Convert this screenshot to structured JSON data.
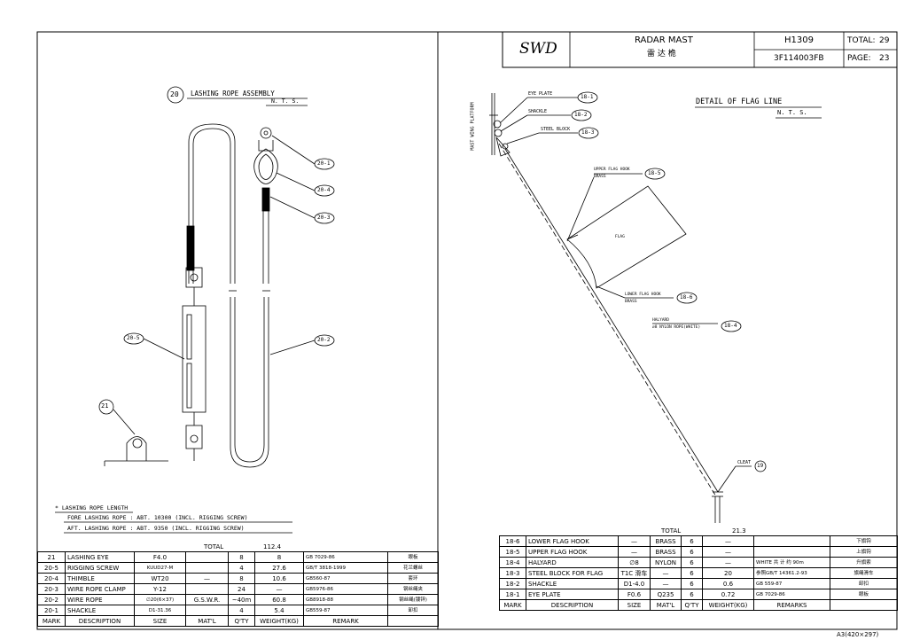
{
  "title_block": {
    "company": "SWD",
    "title_en": "RADAR MAST",
    "title_cn": "雷 达 桅",
    "drawing_no": "H1309",
    "doc_no": "3F114003FB",
    "total_label": "TOTAL:",
    "total_value": "29",
    "page_label": "PAGE:",
    "page_value": "23"
  },
  "left_view": {
    "mark": "20",
    "title": "LASHING ROPE ASSEMBLY",
    "scale": "N. T. S.",
    "callouts": [
      "20-1",
      "20-4",
      "20-3",
      "20-5",
      "20-2",
      "21"
    ],
    "notes": [
      "* LASHING ROPE LENGTH",
      "FORE LASHING ROPE : ABT. 10300 (INCL. RIGGING SCREW)",
      "AFT. LASHING ROPE : ABT. 9350 (INCL. RIGGING SCREW)"
    ]
  },
  "left_bom": {
    "total_label": "TOTAL",
    "total_value": "112.4",
    "headers": [
      "MARK",
      "DESCRIPTION",
      "SIZE",
      "MAT'L",
      "Q'TY",
      "WEIGHT(KG)",
      "REMARK",
      ""
    ],
    "rows": [
      [
        "21",
        "LASHING EYE",
        "F4.0",
        "",
        "8",
        "8",
        "GB 7029-86",
        "眼板"
      ],
      [
        "20-5",
        "RIGGING SCREW",
        "KUUD27-M",
        "",
        "4",
        "27.6",
        "GB/T 3818-1999",
        "花兰螺丝"
      ],
      [
        "20-4",
        "THIMBLE",
        "WT20",
        "—",
        "8",
        "10.6",
        "GB560-87",
        "套环"
      ],
      [
        "20-3",
        "WIRE ROPE CLAMP",
        "Y-12",
        "",
        "24",
        "—",
        "GB5976-86",
        "钢丝绳夹"
      ],
      [
        "20-2",
        "WIRE ROPE",
        "∅20(6×37)",
        "G.S.W.R.",
        "~40m",
        "60.8",
        "GB8918-88",
        "钢丝绳(镀锌)"
      ],
      [
        "20-1",
        "SHACKLE",
        "D1-31.36",
        "",
        "4",
        "5.4",
        "GB559-87",
        "卸扣"
      ]
    ]
  },
  "right_view": {
    "title": "DETAIL OF FLAG LINE",
    "scale": "N. T. S.",
    "platform_label": "MAST WING PLATFORM",
    "labels": {
      "eye_plate": "EYE PLATE",
      "shackle": "SHACKLE",
      "steel_block": "STEEL BLOCK",
      "upper_hook": "UPPER FLAG HOOK",
      "brass1": "BRASS",
      "flag": "FLAG",
      "lower_hook": "LOWER FLAG HOOK",
      "brass2": "BRASS",
      "halyard": "HALYARD",
      "nylon": "∅8 NYLON ROPE(WHITE)",
      "cleat": "CLEAT"
    },
    "callouts": {
      "c181": "18-1",
      "c182": "18-2",
      "c183": "18-3",
      "c185": "18-5",
      "c186": "18-6",
      "c184": "18-4",
      "c19": "19"
    }
  },
  "right_bom": {
    "total_label": "TOTAL",
    "total_value": "21.3",
    "headers": [
      "MARK",
      "DESCRIPTION",
      "SIZE",
      "MAT'L",
      "Q'TY",
      "WEIGHT(KG)",
      "REMARKS",
      ""
    ],
    "rows": [
      [
        "18-6",
        "LOWER FLAG HOOK",
        "—",
        "BRASS",
        "6",
        "—",
        "",
        "下旗钩"
      ],
      [
        "18-5",
        "UPPER FLAG HOOK",
        "—",
        "BRASS",
        "6",
        "—",
        "",
        "上旗钩"
      ],
      [
        "18-4",
        "HALYARD",
        "∅8",
        "NYLON",
        "6",
        "—",
        "WHITE  共 计 约 90m",
        "升旗索"
      ],
      [
        "18-3",
        "STEEL BLOCK FOR FLAG",
        "T1C 滑车",
        "—",
        "6",
        "20",
        "参照GB/T 14361.2-93",
        "旗绳滑车"
      ],
      [
        "18-2",
        "SHACKLE",
        "D1-4.0",
        "—",
        "6",
        "0.6",
        "GB 559-87",
        "卸扣"
      ],
      [
        "18-1",
        "EYE PLATE",
        "F0.6",
        "Q235",
        "6",
        "0.72",
        "GB 7029-86",
        "眼板"
      ]
    ]
  },
  "paper_size": "A3(420×297)"
}
